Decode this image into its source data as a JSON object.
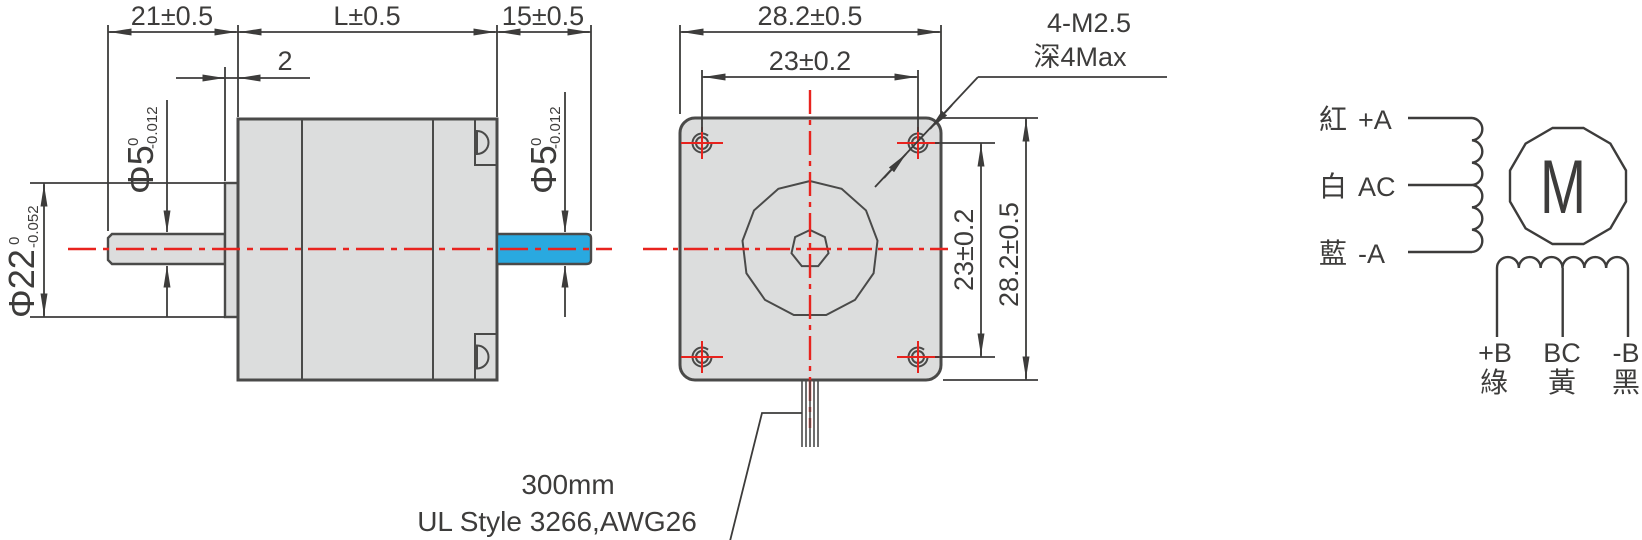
{
  "colors": {
    "body_fill": "#dcdddd",
    "outline": "#4a4a49",
    "centerline_red": "#e8231e",
    "rear_shaft_blue": "#29a9e0",
    "dimension": "#3d3c3b"
  },
  "side_view": {
    "dim_front_length": "21±0.5",
    "dim_body_length": "L±0.5",
    "dim_rear_shaft_length": "15±0.5",
    "dim_pilot_width": "2",
    "dia_front_shaft": {
      "base": "Φ5",
      "tol_upper": "0",
      "tol_lower": "-0.012"
    },
    "dia_pilot": {
      "base": "Φ22",
      "tol_upper": "0",
      "tol_lower": "-0.052"
    },
    "dia_rear_shaft": {
      "base": "Φ5",
      "tol_upper": "0",
      "tol_lower": "-0.012"
    }
  },
  "front_view": {
    "dim_width_top": "28.2±0.5",
    "dim_hole_spacing_top": "23±0.2",
    "dim_hole_spacing_right": "23±0.2",
    "dim_height_right": "28.2±0.5",
    "thread_note": "4-M2.5",
    "depth_note": "深4Max"
  },
  "cable": {
    "length": "300mm",
    "spec": "UL Style 3266,AWG26"
  },
  "wiring": {
    "motor_symbol": "M",
    "phase_a": [
      {
        "wire": "紅",
        "terminal": "+A"
      },
      {
        "wire": "白",
        "terminal": "AC"
      },
      {
        "wire": "藍",
        "terminal": "-A"
      }
    ],
    "phase_b": [
      {
        "terminal": "+B",
        "wire": "綠"
      },
      {
        "terminal": "BC",
        "wire": "黃"
      },
      {
        "terminal": "-B",
        "wire": "黑"
      }
    ]
  }
}
